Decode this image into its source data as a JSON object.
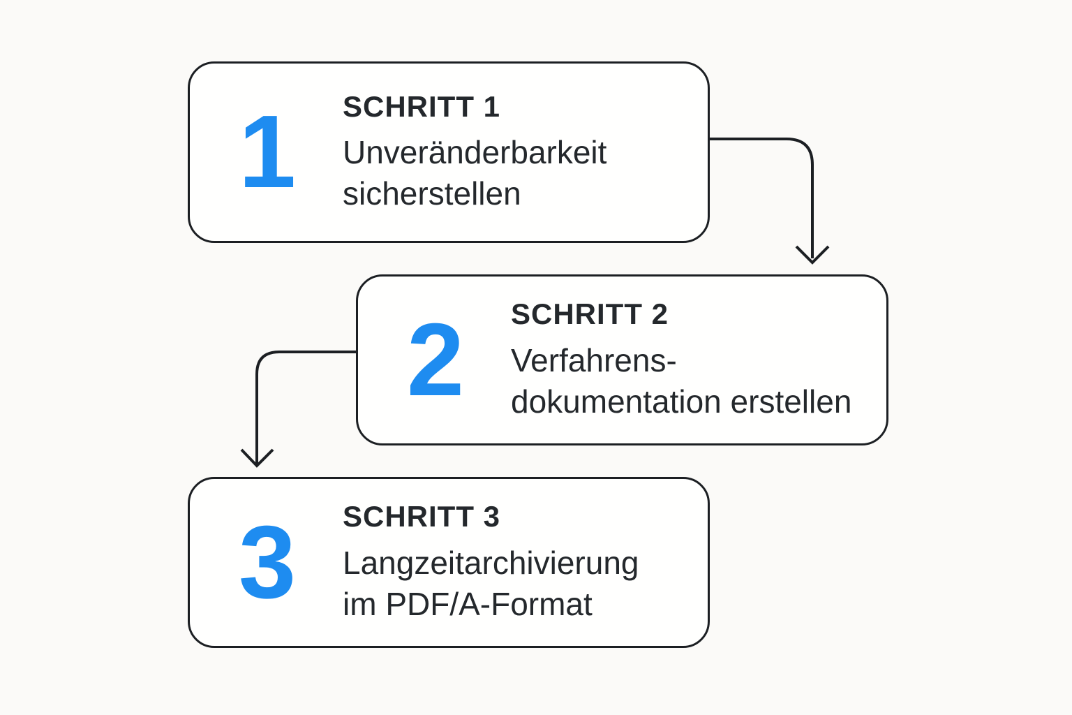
{
  "diagram_title": "Schritte-Diagramm (3 Schritte)",
  "colors": {
    "accent": "#1e8cf0",
    "text": "#24282c",
    "line": "#1c1f23",
    "background": "#fbfaf8",
    "box_fill": "#fffffe"
  },
  "steps": [
    {
      "number": "1",
      "title": "SCHRITT 1",
      "line1": "Unveränderbarkeit",
      "line2": "sicherstellen"
    },
    {
      "number": "2",
      "title": "SCHRITT 2",
      "line1": "Verfahrens-",
      "line2": "dokumentation erstellen"
    },
    {
      "number": "3",
      "title": "SCHRITT 3",
      "line1": "Langzeitarchivierung",
      "line2": "im PDF/A-Format"
    }
  ],
  "arrows": [
    {
      "name": "arrow-step1-to-step2",
      "direction": "down"
    },
    {
      "name": "arrow-step2-to-step3",
      "direction": "down"
    }
  ]
}
